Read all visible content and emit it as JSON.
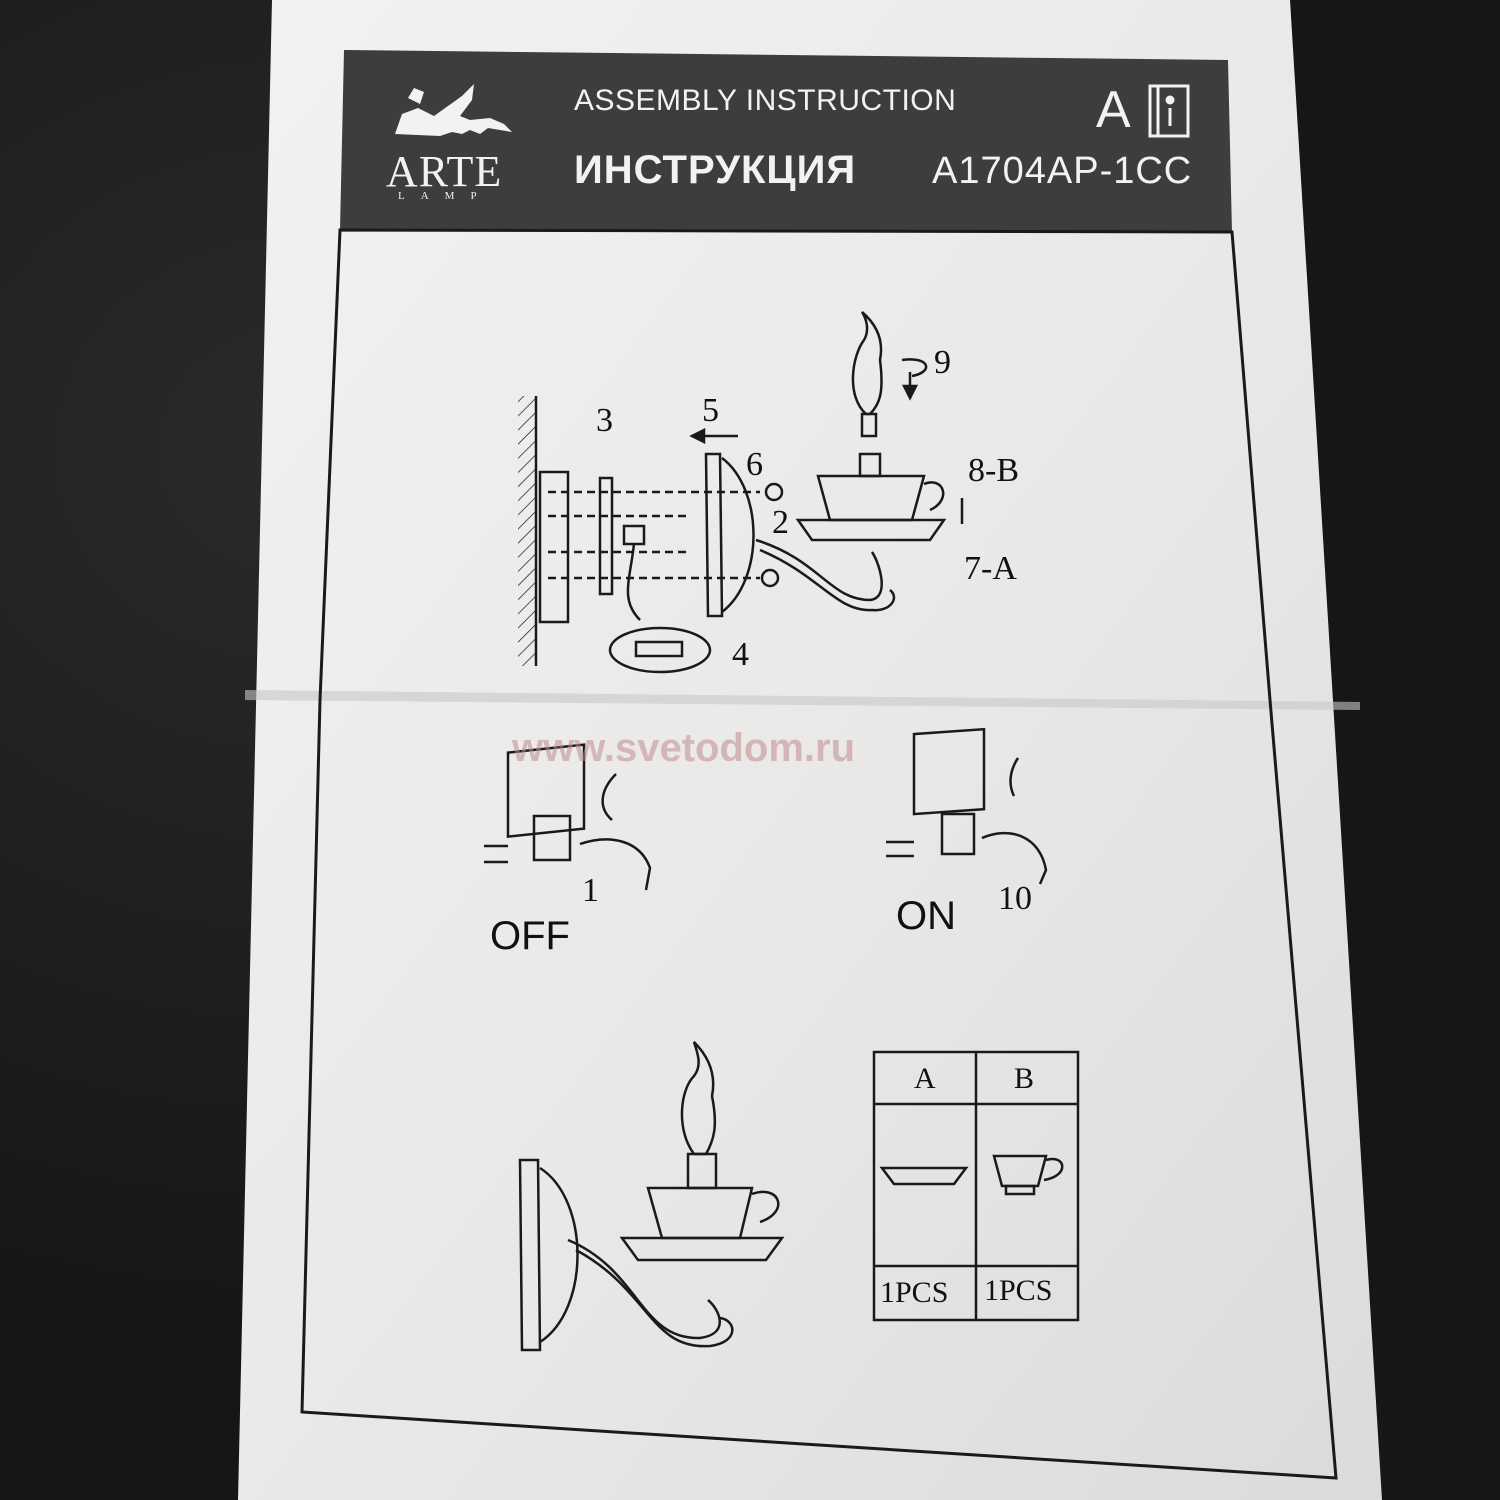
{
  "header": {
    "brand": "ARTE",
    "brand_sub": "LAMP",
    "title_en": "ASSEMBLY INSTRUCTION",
    "title_ru": "ИНСТРУКЦИЯ",
    "model": "A1704AP-1CC",
    "letter": "A",
    "info_icon": "info-book-icon"
  },
  "diagram": {
    "labels": [
      "3",
      "5",
      "6",
      "9",
      "8-B",
      "2",
      "7-A",
      "4"
    ]
  },
  "watermark": "www.svetodom.ru",
  "switches": {
    "off_label": "OFF",
    "off_step": "1",
    "on_label": "ON",
    "on_step": "10"
  },
  "parts_table": {
    "headers": [
      "A",
      "B"
    ],
    "quantities": [
      "1PCS",
      "1PCS"
    ]
  },
  "colors": {
    "header_band": "#3d3d3d",
    "paper": "#ecebe9",
    "ink": "#1a1a1a",
    "background": "#1c1c1c"
  }
}
